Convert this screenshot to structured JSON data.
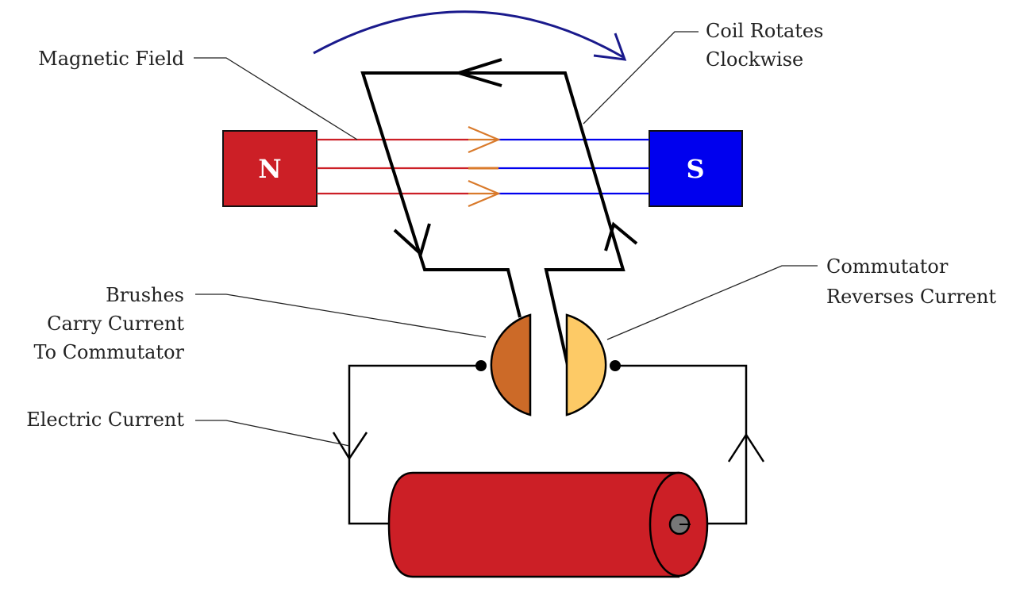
{
  "labels": {
    "magnetic_field": "Magnetic Field",
    "coil_rotates": [
      "Coil Rotates",
      "Clockwise"
    ],
    "brushes": [
      "Brushes",
      "Carry Current",
      "To Commutator"
    ],
    "commutator": [
      "Commutator",
      "Reverses Current"
    ],
    "electric_current": "Electric Current"
  },
  "magnets": {
    "north": "N",
    "south": "S"
  },
  "colors": {
    "north": "#cc1f26",
    "south": "#0000ee",
    "field_north": "#cc1f26",
    "field_mid": "#d97a2b",
    "field_south": "#0000ee",
    "rotation_arrow": "#1a1a8c",
    "commutator_left": "#cc6a28",
    "commutator_right": "#fdca66",
    "battery": "#cc1f26",
    "battery_terminal": "#777777"
  }
}
